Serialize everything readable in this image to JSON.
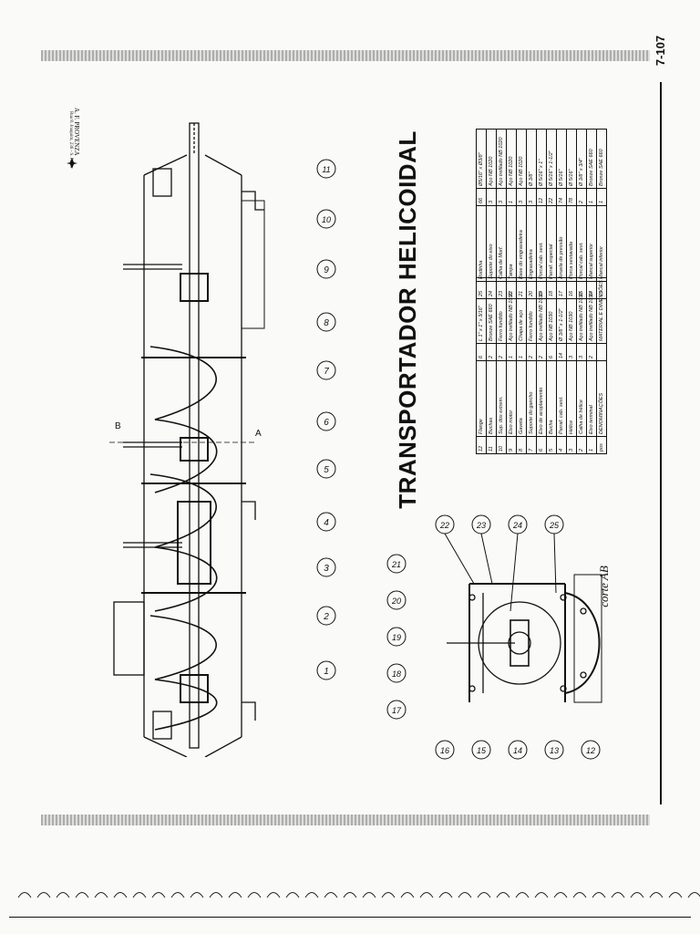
{
  "page": {
    "number": "7-107"
  },
  "header": {
    "company": "A. F. PROVENZA",
    "subline": "Rua 8. Joaquim, 236 - S. Paulo"
  },
  "drawing": {
    "title": "TRANSPORTADOR HELICOIDAL",
    "section_label": "corte AB",
    "cut_marks": [
      "B",
      "A"
    ],
    "callouts_main": [
      "1",
      "2",
      "3",
      "4",
      "5",
      "6",
      "7",
      "8",
      "9",
      "10",
      "11"
    ],
    "callouts_section": [
      "12",
      "13",
      "14",
      "15",
      "16",
      "17",
      "18",
      "19",
      "20",
      "21",
      "22",
      "23",
      "24",
      "25"
    ]
  },
  "bill_of_materials": {
    "left_block": [
      {
        "pos": "25",
        "name": "Rodinha",
        "qty": "66",
        "mat": "Ø5/16\" x Ø3/8\""
      },
      {
        "pos": "24",
        "name": "Suporte do eixo",
        "qty": "3",
        "mat": "Aço NB 1020"
      },
      {
        "pos": "23",
        "name": "Calha de Morf.",
        "qty": "3",
        "mat": "Aço trefilado NB 1020"
      },
      {
        "pos": "22",
        "name": "Tampa",
        "qty": "1",
        "mat": "Aço NB 1020"
      },
      {
        "pos": "21",
        "name": "Base do engraxadeira",
        "qty": "3",
        "mat": "Aço NB 1020"
      },
      {
        "pos": "20",
        "name": "Engraxadeira",
        "qty": "3",
        "mat": "Ø 3/8\""
      },
      {
        "pos": "19",
        "name": "Porcal cab. sext.",
        "qty": "12",
        "mat": "Ø 5/16\" x 1\""
      },
      {
        "pos": "18",
        "name": "Parraf. especial",
        "qty": "22",
        "mat": "Ø 5/16\" x 1-1/2\""
      },
      {
        "pos": "17",
        "name": "Arruela de pressão",
        "qty": "74",
        "mat": "Ø 5/16\""
      },
      {
        "pos": "16",
        "name": "Porca sextavada",
        "qty": "78",
        "mat": "Ø 5/16\""
      },
      {
        "pos": "15",
        "name": "Porcal cab. sext.",
        "qty": "2",
        "mat": "Ø 3/8\" x 3/4\""
      },
      {
        "pos": "14",
        "name": "Mancal superior",
        "qty": "1",
        "mat": "Bronze SAE 660"
      },
      {
        "pos": "13",
        "name": "Mancal inferior",
        "qty": "1",
        "mat": "Bronze SAE 660"
      }
    ],
    "right_block": [
      {
        "pos": "12",
        "name": "Flange",
        "qty": "6",
        "mat": "L 1\" x 1\" x 3/16\""
      },
      {
        "pos": "11",
        "name": "Buchas",
        "qty": "2",
        "mat": "Bronze SAE 660"
      },
      {
        "pos": "10",
        "name": "Sup. dos extrem.",
        "qty": "2",
        "mat": "Ferro fundido"
      },
      {
        "pos": "9",
        "name": "Eixo motor",
        "qty": "1",
        "mat": "Aço trefilado NB 1030"
      },
      {
        "pos": "8",
        "name": "Gaveta",
        "qty": "1",
        "mat": "Chapa de aço"
      },
      {
        "pos": "7",
        "name": "Suporte do gancho",
        "qty": "2",
        "mat": "Ferro fundido"
      },
      {
        "pos": "6",
        "name": "Eixo de acoplamento",
        "qty": "2",
        "mat": "Aço trefilado NB 1030"
      },
      {
        "pos": "5",
        "name": "Bucha",
        "qty": "6",
        "mat": "Aço NB 1030"
      },
      {
        "pos": "4",
        "name": "Parraf. cab. sext.",
        "qty": "14",
        "mat": "Ø 3/8\" x 1-1/2\""
      },
      {
        "pos": "3",
        "name": "Hélice",
        "qty": "3",
        "mat": "Aço NB 1030"
      },
      {
        "pos": "2",
        "name": "Calha de hélice",
        "qty": "3",
        "mat": "Aço trefilado NB 1030"
      },
      {
        "pos": "1",
        "name": "Eixo terminal",
        "qty": "2",
        "mat": "Aço trefilado NB 1030"
      },
      {
        "pos": "pos",
        "name": "DENOMINAÇÕES",
        "qty": "",
        "mat": "MATERIAL E DIMENSÕES"
      }
    ]
  },
  "colors": {
    "ink": "#111111",
    "paper": "#fafaf8",
    "scan_bar": "#9a9a9a"
  }
}
